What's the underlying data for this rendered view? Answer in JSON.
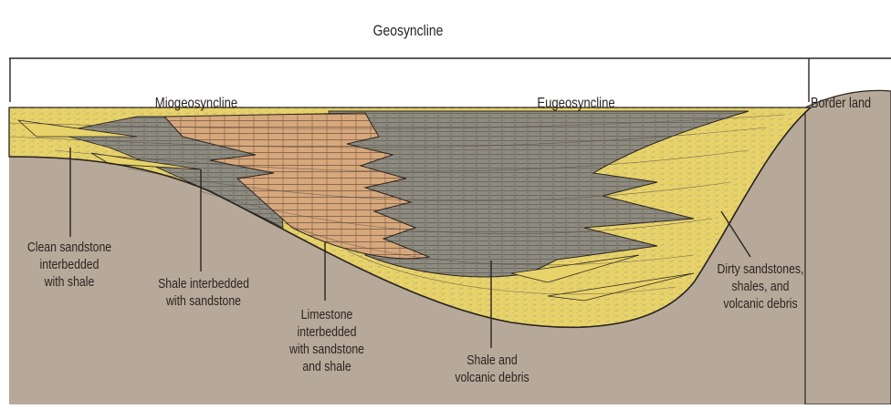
{
  "title": "Geosyncline",
  "regions": {
    "miogeosyncline": "Miogeosyncline",
    "eugeosyncline": "Eugeosyncline",
    "borderland": "Border land"
  },
  "labels": {
    "clean_sandstone": "Clean sandstone\ninterbedded\nwith shale",
    "shale_sandstone": "Shale interbedded\nwith sandstone",
    "limestone": "Limestone\ninterbedded\nwith sandstone\nand shale",
    "shale_volcanic": "Shale and\nvolcanic debris",
    "dirty_sandstones": "Dirty sandstones,\nshales, and\nvolcanic debris"
  },
  "colors": {
    "background": "#ffffff",
    "basement": "#b7a99a",
    "sandstone": "#e8d36a",
    "shale": "#8d8a80",
    "limestone": "#d7a87c",
    "line": "#2a2420"
  }
}
